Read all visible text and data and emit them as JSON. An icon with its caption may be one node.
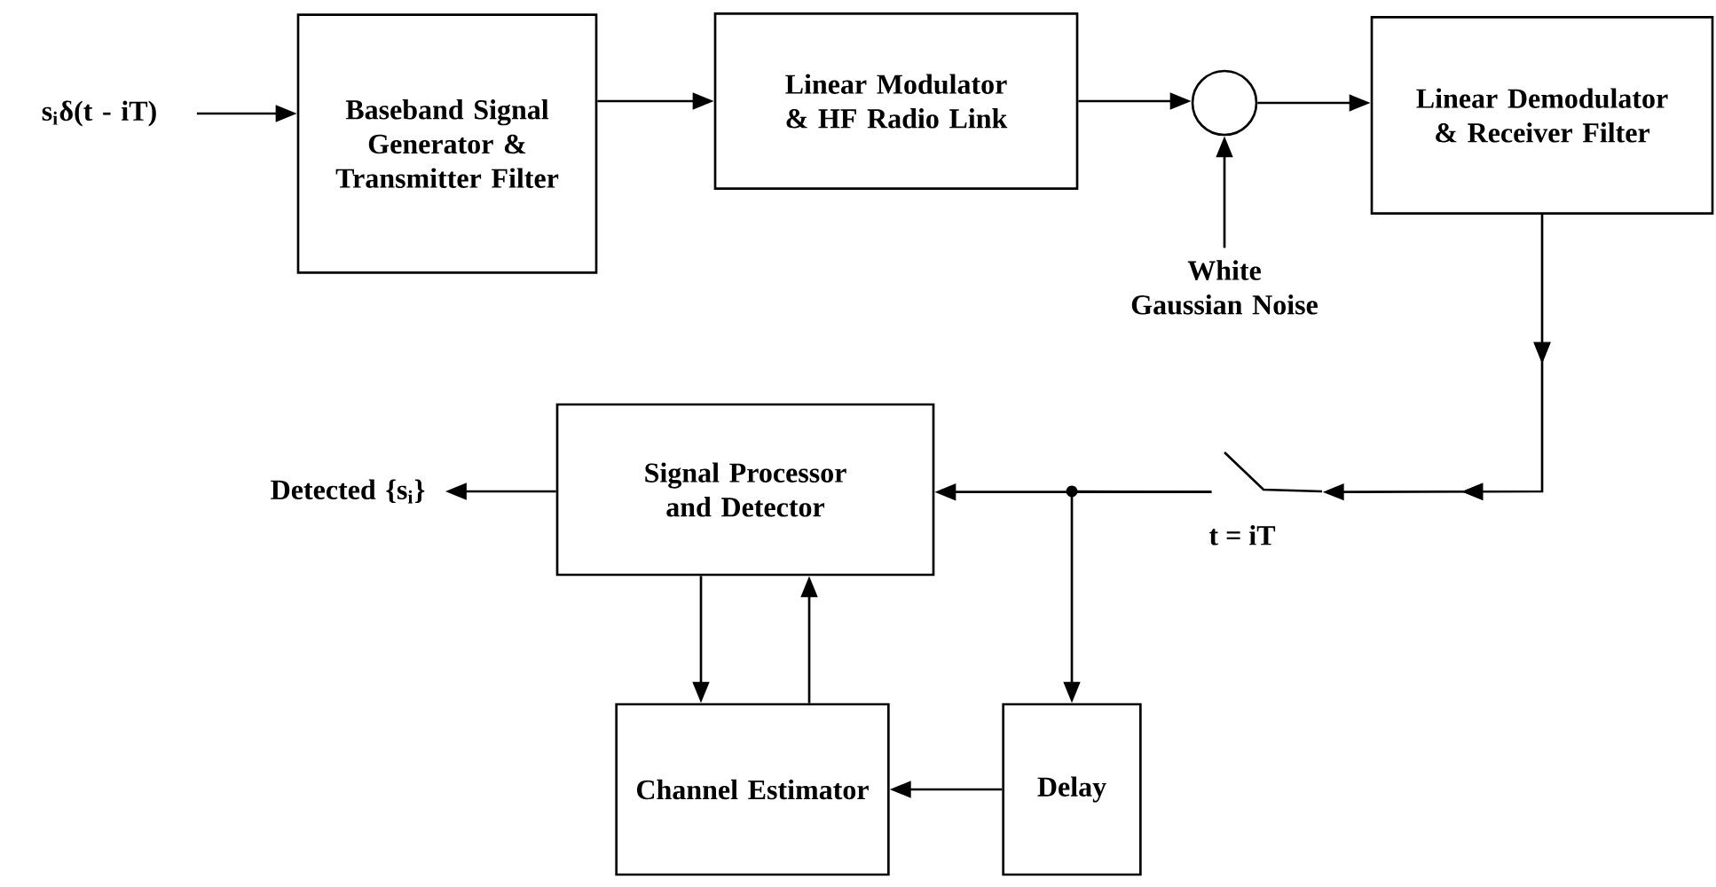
{
  "diagram": {
    "nodes": [
      {
        "text": [
          "s$_{i}$δ(t - iT)"
        ]
      },
      {
        "text": [
          "Baseband Signal Generator & Transmitter Filter"
        ]
      },
      {
        "text": [
          "Linear Modulator & HF Radio Link"
        ]
      },
      {
        "text": [],
        "shape": "circle"
      },
      {
        "text": [
          "White Gaussian Noise"
        ]
      },
      {
        "text": [
          "Linear Demodulator & Receiver Filter"
        ]
      },
      {
        "text": [],
        "shape": "switch",
        "beside": [
          "t = iT"
        ]
      },
      {
        "text": [
          "Signal Processor and Detector"
        ]
      },
      {
        "text": [
          "Detected {s$_{i}$}"
        ]
      },
      {
        "text": [
          "Channel Estimator"
        ]
      },
      {
        "text": [
          "Delay"
        ]
      }
    ],
    "edges": [
      {
        "from": 0,
        "to": 1,
        "arrow": "to"
      },
      {
        "from": 1,
        "to": 2,
        "arrow": "to"
      },
      {
        "from": 2,
        "to": 3,
        "arrow": "to"
      },
      {
        "from": 4,
        "to": 3,
        "arrow": "to"
      },
      {
        "from": 3,
        "to": 5,
        "arrow": "to"
      },
      {
        "from": 5,
        "to": 6,
        "arrow": "to"
      },
      {
        "from": 6,
        "to": 7,
        "arrow": "to"
      },
      {
        "from": 6,
        "to": 10,
        "arrow": "to"
      },
      {
        "from": 7,
        "to": 8,
        "arrow": "to"
      },
      {
        "from": 7,
        "to": 9,
        "arrow": "to"
      },
      {
        "from": 9,
        "to": 7,
        "arrow": "to"
      },
      {
        "from": 10,
        "to": 9,
        "arrow": "to"
      }
    ]
  }
}
